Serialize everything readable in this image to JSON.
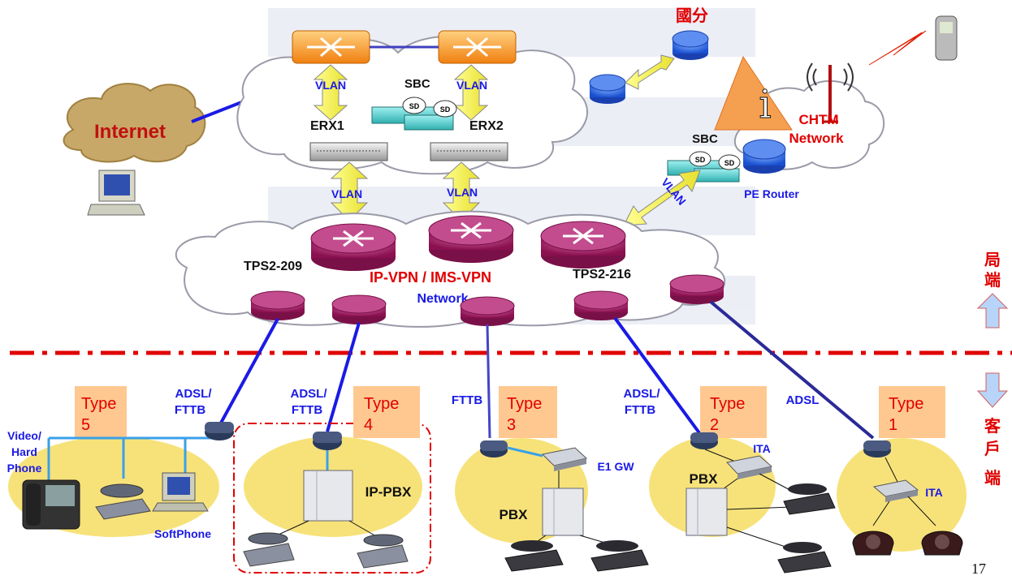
{
  "labels": {
    "guofen": "國分",
    "internet": "Internet",
    "sbc_top": "SBC",
    "erx1": "ERX1",
    "erx2": "ERX2",
    "vlan": "VLAN",
    "chtm_1": "CHTM",
    "chtm_2": "Network",
    "sbc_right": "SBC",
    "pe_router": "PE Router",
    "tps209": "TPS2-209",
    "tps216": "TPS2-216",
    "ipvpn": "IP-VPN / IMS-VPN",
    "network": "Network",
    "ju": "局",
    "duan": "端",
    "ke": "客",
    "hu": "戶",
    "duan2": "端",
    "page_number": "17"
  },
  "access": {
    "adsl_fttb": [
      "ADSL/",
      "FTTB"
    ],
    "fttb": "FTTB",
    "adsl": "ADSL"
  },
  "types": [
    {
      "word": "Type",
      "num": "5"
    },
    {
      "word": "Type",
      "num": "4"
    },
    {
      "word": "Type",
      "num": "3"
    },
    {
      "word": "Type",
      "num": "2"
    },
    {
      "word": "Type",
      "num": "1"
    }
  ],
  "cpe": {
    "video_hard_phone": [
      "Video/",
      "Hard",
      "Phone"
    ],
    "softphone": "SoftPhone",
    "ippbx": "IP-PBX",
    "pbx": "PBX",
    "e1gw": "E1 GW",
    "ita": "ITA"
  },
  "colors": {
    "accent_blue": "#1a1ae6",
    "label_red": "#e00000",
    "router_purple": "#b0206e",
    "type_box": "#ffc890",
    "customer_ellipse": "#f7e27a"
  }
}
